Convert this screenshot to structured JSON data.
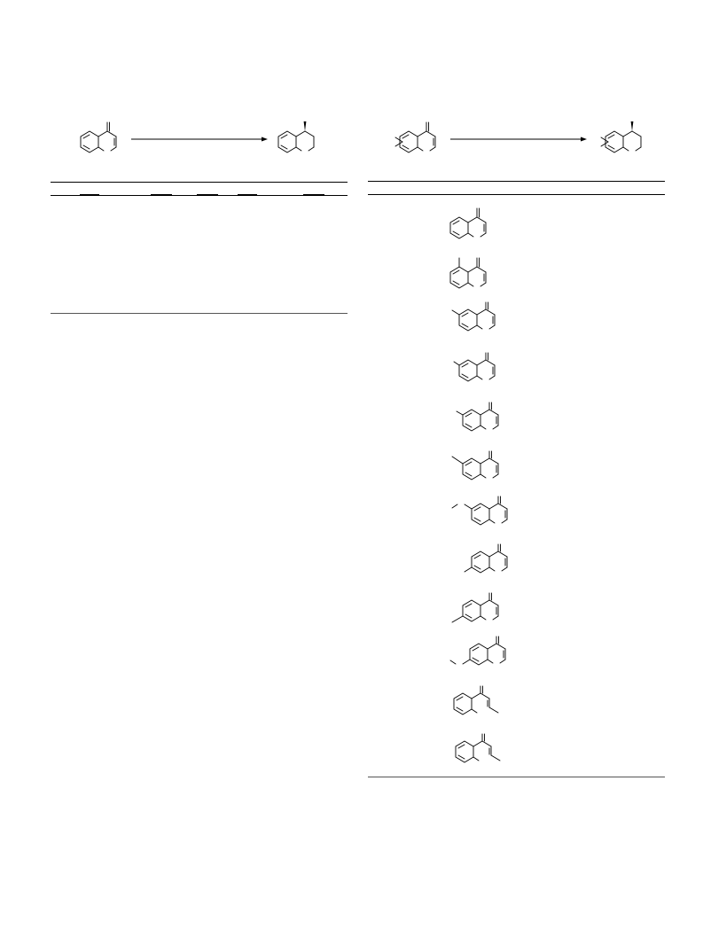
{
  "page": {
    "left_table": {
      "scheme": {
        "reactant": "chromone-structure",
        "product": "chromanol-structure"
      },
      "header_cells": [
        "",
        "",
        "",
        "",
        "",
        "",
        ""
      ],
      "rows": [],
      "footnotes": []
    },
    "right_table": {
      "scheme": {
        "reactant": "substituted-chromone-structure",
        "product": "substituted-chromanol-structure"
      },
      "header_cells": [],
      "entries": [
        {
          "structure": "chromone"
        },
        {
          "structure": "5-methylchromone"
        },
        {
          "structure": "6-methylchromone"
        },
        {
          "structure": "6-substituted-chromone"
        },
        {
          "structure": "6-substituted-chromone"
        },
        {
          "structure": "6-methylchromone"
        },
        {
          "structure": "6-alkoxychromone"
        },
        {
          "structure": "7-methylchromone"
        },
        {
          "structure": "7-methylchromone"
        },
        {
          "structure": "7-alkoxychromone"
        },
        {
          "structure": "2-methylchromone"
        },
        {
          "structure": "2-methylchromone"
        }
      ]
    }
  }
}
